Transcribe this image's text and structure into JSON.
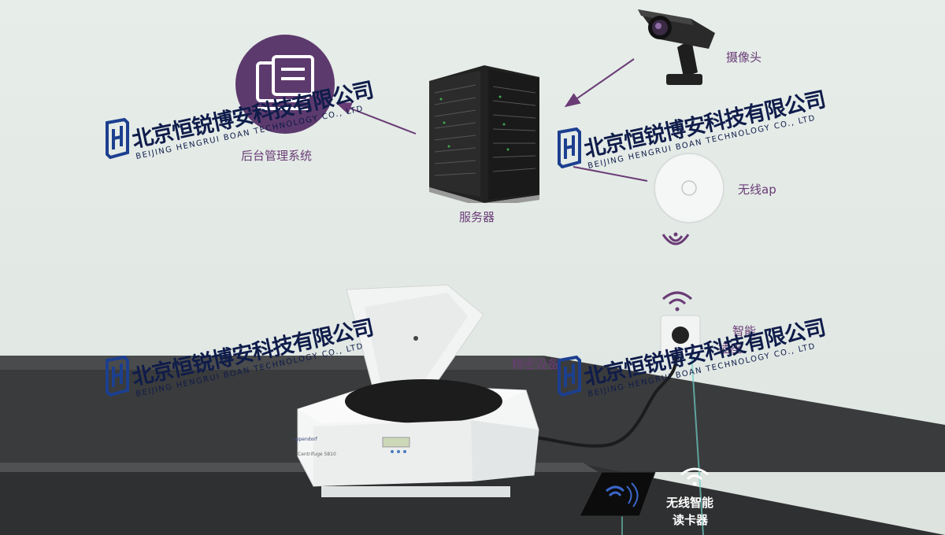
{
  "labels": {
    "admin_system": "后台管理系统",
    "server": "服务器",
    "camera": "摄像头",
    "wireless_ap": "无线ap",
    "smart_socket_line1": "智能",
    "smart_socket_line2": "插座",
    "precision_device": "精密设备",
    "card_reader_line1": "无线智能",
    "card_reader_line2": "读卡器"
  },
  "device_text": {
    "brand": "eppendorf",
    "model": "Centrifuge 5810"
  },
  "watermark": {
    "company_cn": "北京恒锐博安科技有限公司",
    "company_en": "BEIJING HENGRUI BOAN TECHNOLOGY CO., LTD"
  },
  "colors": {
    "accent": "#6a3c76",
    "watermark": "#0f1c4a",
    "admin_circle": "#5d3a6e"
  }
}
